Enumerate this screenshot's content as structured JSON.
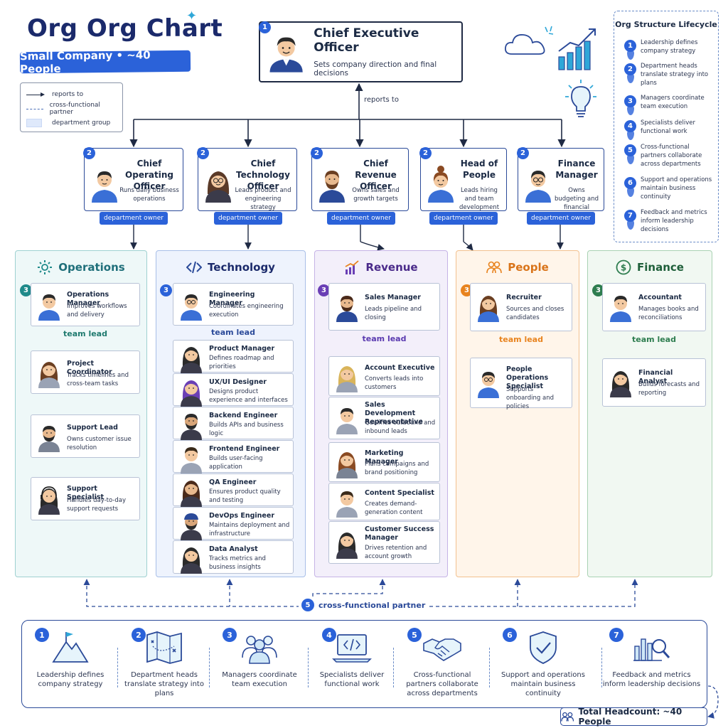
{
  "header": {
    "title": "Org Org Chart",
    "subtitle": "Small Company • ~40 People"
  },
  "legend": {
    "reports_to": "reports to",
    "cross_functional": "cross-functional partner",
    "department_group": "department group"
  },
  "ceo": {
    "number": "1",
    "title": "Chief Executive Officer",
    "description": "Sets company direction and final decisions"
  },
  "reports_to_label": "reports to",
  "heads": [
    {
      "number": "2",
      "title": "Chief Operating Officer",
      "description": "Runs daily business operations",
      "owner_label": "department owner",
      "avatar": "man-short-hair"
    },
    {
      "number": "2",
      "title": "Chief Technology Officer",
      "description": "Leads product and engineering strategy",
      "owner_label": "department owner",
      "avatar": "woman-glasses"
    },
    {
      "number": "2",
      "title": "Chief Revenue Officer",
      "description": "Owns sales and growth targets",
      "owner_label": "department owner",
      "avatar": "man-beard"
    },
    {
      "number": "2",
      "title": "Head of People",
      "description": "Leads hiring and team development",
      "owner_label": "department owner",
      "avatar": "woman-bun"
    },
    {
      "number": "2",
      "title": "Finance Manager",
      "description": "Owns budgeting and financial reporting",
      "owner_label": "department owner",
      "avatar": "man-glasses"
    }
  ],
  "departments": [
    {
      "name": "Operations",
      "number": "3",
      "color": "#1f8a8a",
      "icon": "gear-icon",
      "team_lead_label": "team lead",
      "roles": [
        {
          "title": "Operations Manager",
          "description": "Improves workflows and delivery"
        },
        {
          "title": "Project Coordinator",
          "description": "Tracks timelines and cross-team tasks"
        },
        {
          "title": "Support Lead",
          "description": "Owns customer issue resolution"
        },
        {
          "title": "Support Specialist",
          "description": "Handles day-to-day support requests"
        }
      ]
    },
    {
      "name": "Technology",
      "number": "3",
      "color": "#2b4a99",
      "icon": "code-icon",
      "team_lead_label": "team lead",
      "roles": [
        {
          "title": "Engineering Manager",
          "description": "Coordinates engineering execution"
        },
        {
          "title": "Product Manager",
          "description": "Defines roadmap and priorities"
        },
        {
          "title": "UX/UI Designer",
          "description": "Designs product experience and interfaces"
        },
        {
          "title": "Backend Engineer",
          "description": "Builds APIs and business logic"
        },
        {
          "title": "Frontend Engineer",
          "description": "Builds user-facing application"
        },
        {
          "title": "QA Engineer",
          "description": "Ensures product quality and testing"
        },
        {
          "title": "DevOps Engineer",
          "description": "Maintains deployment and infrastructure"
        },
        {
          "title": "Data Analyst",
          "description": "Tracks metrics and business insights"
        }
      ]
    },
    {
      "name": "Revenue",
      "number": "3",
      "color": "#6a3fb5",
      "icon": "chart-icon",
      "team_lead_label": "team lead",
      "roles": [
        {
          "title": "Sales Manager",
          "description": "Leads pipeline and closing"
        },
        {
          "title": "Account Executive",
          "description": "Converts leads into customers"
        },
        {
          "title": "Sales Development Representative",
          "description": "Qualifies outbound and inbound leads"
        },
        {
          "title": "Marketing Manager",
          "description": "Plans campaigns and brand positioning"
        },
        {
          "title": "Content Specialist",
          "description": "Creates demand-generation content"
        },
        {
          "title": "Customer Success Manager",
          "description": "Drives retention and account growth"
        }
      ]
    },
    {
      "name": "People",
      "number": "3",
      "color": "#e8831e",
      "icon": "people-icon",
      "team_lead_label": "team lead",
      "roles": [
        {
          "title": "Recruiter",
          "description": "Sources and closes candidates"
        },
        {
          "title": "People Operations Specialist",
          "description": "Supports onboarding and policies"
        }
      ]
    },
    {
      "name": "Finance",
      "number": "3",
      "color": "#2e7d4f",
      "icon": "dollar-icon",
      "team_lead_label": "team lead",
      "roles": [
        {
          "title": "Accountant",
          "description": "Manages books and reconciliations"
        },
        {
          "title": "Financial Analyst",
          "description": "Builds forecasts and reporting"
        }
      ]
    }
  ],
  "lifecycle": {
    "title": "Org Structure Lifecycle",
    "items": [
      {
        "number": "1",
        "text": "Leadership defines company strategy"
      },
      {
        "number": "2",
        "text": "Department heads translate strategy into plans"
      },
      {
        "number": "3",
        "text": "Managers coordinate team execution"
      },
      {
        "number": "4",
        "text": "Specialists deliver functional work"
      },
      {
        "number": "5",
        "text": "Cross-functional partners collaborate across departments"
      },
      {
        "number": "6",
        "text": "Support and operations maintain business continuity"
      },
      {
        "number": "7",
        "text": "Feedback and metrics inform leadership decisions"
      }
    ]
  },
  "cross_functional": {
    "number": "5",
    "label": "cross-functional partner"
  },
  "steps": [
    {
      "number": "1",
      "text": "Leadership defines company strategy",
      "icon": "mountain-flag-icon"
    },
    {
      "number": "2",
      "text": "Department heads translate strategy into plans",
      "icon": "map-icon"
    },
    {
      "number": "3",
      "text": "Managers coordinate team execution",
      "icon": "team-icon"
    },
    {
      "number": "4",
      "text": "Specialists deliver functional work",
      "icon": "laptop-code-icon"
    },
    {
      "number": "5",
      "text": "Cross-functional partners collaborate across departments",
      "icon": "handshake-icon"
    },
    {
      "number": "6",
      "text": "Support and operations maintain business continuity",
      "icon": "shield-check-icon"
    },
    {
      "number": "7",
      "text": "Feedback and metrics inform leadership decisions",
      "icon": "chart-magnifier-icon"
    }
  ],
  "headcount": "Total Headcount: ~40 People",
  "colors": {
    "accent": "#2b62d9",
    "navy": "#1b2a6b",
    "operations_bg": "#eef8f8",
    "technology_bg": "#eef3fd",
    "revenue_bg": "#f3effa",
    "people_bg": "#fff5ea",
    "finance_bg": "#f1f8f2"
  }
}
